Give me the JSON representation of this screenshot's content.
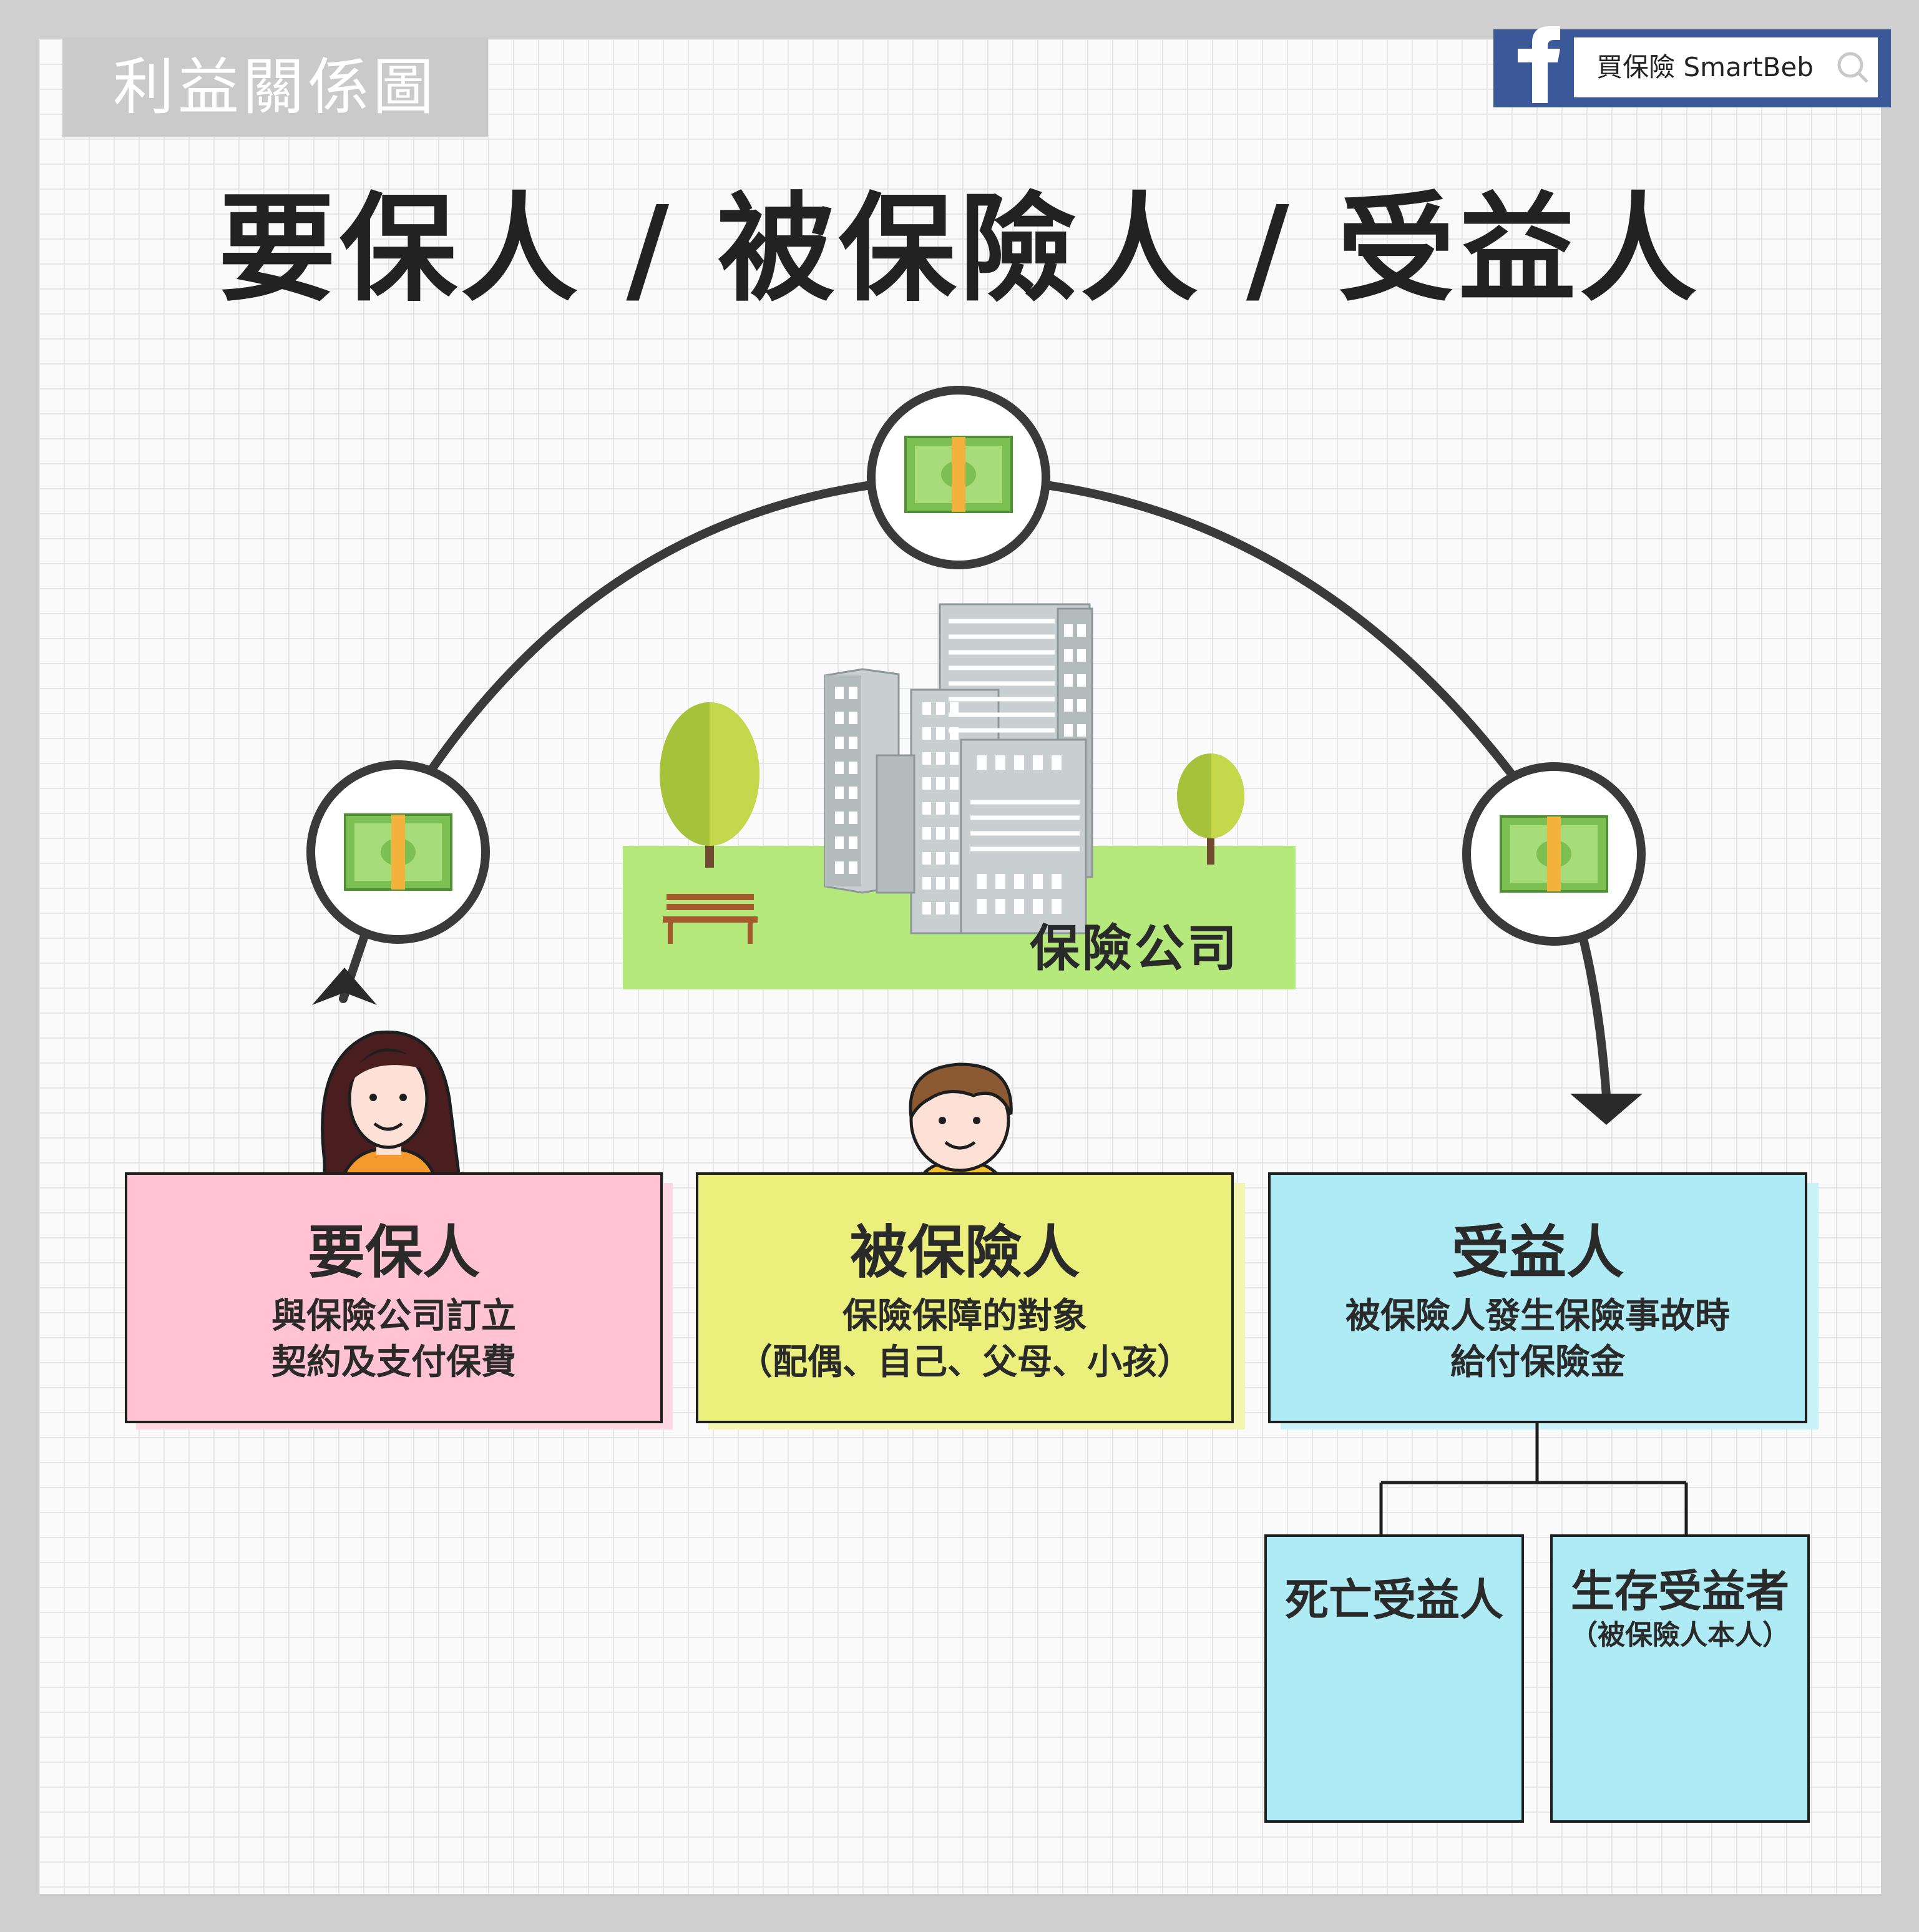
{
  "header": {
    "tag": "利益關係圖",
    "title": "要保人 / 被保險人 / 受益人"
  },
  "brand": {
    "name": "買保險 SmartBeb",
    "logo_icon": "facebook-f-icon",
    "search_icon": "search-icon",
    "color": "#3b5998"
  },
  "company": {
    "label": "保險公司"
  },
  "roles": [
    {
      "title": "要保人",
      "desc1": "與保險公司訂立",
      "desc2": "契約及支付保費",
      "color": "#ffc3d3",
      "shadow": "#ffd7e2"
    },
    {
      "title": "被保險人",
      "desc1": "保險保障的對象",
      "desc2": "（配偶、自己、父母、小孩）",
      "color": "#ebef7c",
      "shadow": "#f3f5b0"
    },
    {
      "title": "受益人",
      "desc1": "被保險人發生保險事故時",
      "desc2": "給付保險金",
      "color": "#aeebf4",
      "shadow": "#c9f3f8"
    }
  ],
  "beneficiaries": [
    {
      "title": "死亡受益人",
      "note": ""
    },
    {
      "title": "生存受益者",
      "note": "（被保險人本人）"
    }
  ],
  "colors": {
    "money": "#7cbf52",
    "band": "#f3b23b",
    "grass": "#b5e97b",
    "tree": "#a6c23a",
    "line": "#3a3a3a"
  }
}
